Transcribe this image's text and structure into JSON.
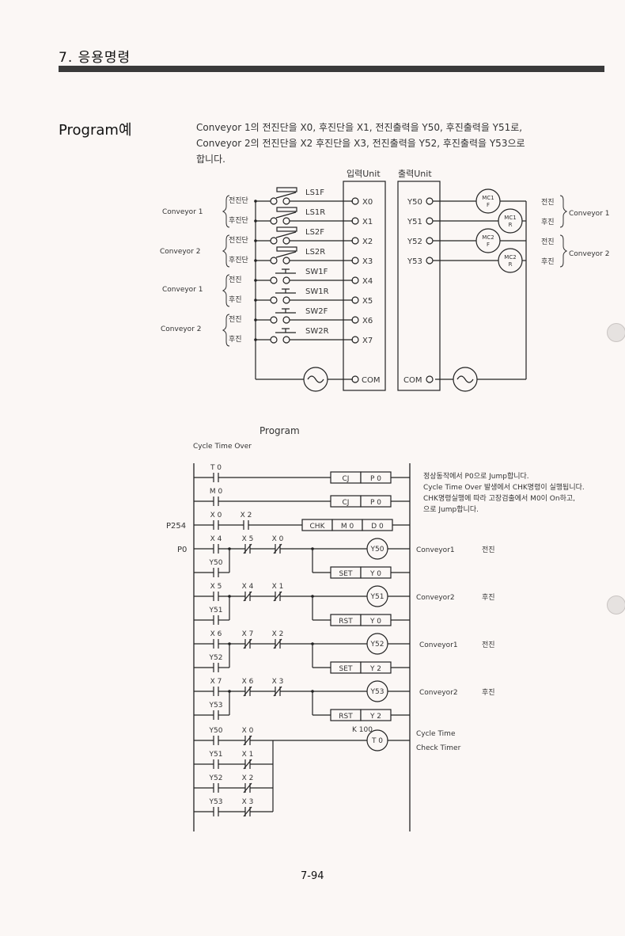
{
  "header": {
    "section_title": "7. 응용명령"
  },
  "intro": {
    "title": "Program예",
    "lines": [
      "Conveyor  1의  전진단을 X0, 후진단을 X1, 전진출력을 Y50, 후진출력을 Y51로,",
      "Conveyor  2의  전진단을 X2  후진단을 X3, 전진출력을  Y52,  후진출력을 Y53으로",
      "합니다."
    ]
  },
  "wiring": {
    "input_unit_label": "입력Unit",
    "output_unit_label": "출력Unit",
    "groups": [
      "Conveyor 1",
      "Conveyor 2",
      "Conveyor 1",
      "Conveyor 2"
    ],
    "input_rows": [
      {
        "label": "전진단",
        "device": "LS1F",
        "terminal": "X0"
      },
      {
        "label": "후진단",
        "device": "LS1R",
        "terminal": "X1"
      },
      {
        "label": "전진단",
        "device": "LS2F",
        "terminal": "X2"
      },
      {
        "label": "후진단",
        "device": "LS2R",
        "terminal": "X3"
      },
      {
        "label": "전진",
        "device": "SW1F",
        "terminal": "X4"
      },
      {
        "label": "후진",
        "device": "SW1R",
        "terminal": "X5"
      },
      {
        "label": "전진",
        "device": "SW2F",
        "terminal": "X6"
      },
      {
        "label": "후진",
        "device": "SW2R",
        "terminal": "X7"
      }
    ],
    "input_com": "COM",
    "output_rows": [
      {
        "terminal": "Y50",
        "coil_top": "MC1",
        "coil_bottom": "F",
        "label": "전진"
      },
      {
        "terminal": "Y51",
        "coil_top": "MC1",
        "coil_bottom": "R",
        "label": "후진"
      },
      {
        "terminal": "Y52",
        "coil_top": "MC2",
        "coil_bottom": "F",
        "label": "전진"
      },
      {
        "terminal": "Y53",
        "coil_top": "MC2",
        "coil_bottom": "R",
        "label": "후진"
      }
    ],
    "output_com": "COM",
    "output_groups": [
      "Conveyor 1",
      "Conveyor 2"
    ]
  },
  "ladder": {
    "title": "Program",
    "subtitle": "Cycle Time Over",
    "pointers": [
      "P254",
      "P0"
    ],
    "notes": [
      "정상동작에서 P0으로  Jump합니다.",
      "Cycle Time Over 발생에서 CHK명령이 실행됩니다.",
      "CHK명령실행에 따라 고장검출에서 M0이  On하고,",
      "으로 Jump합니다."
    ],
    "contacts": {
      "r1": "T 0",
      "r2": "M 0",
      "r3a": "X 0",
      "r3b": "X 2",
      "r4a": "X 4",
      "r4b": "X 5",
      "r4c": "X 0",
      "r4d": "Y50",
      "r5a": "X 5",
      "r5b": "X 4",
      "r5c": "X 1",
      "r5d": "Y51",
      "r6a": "X 6",
      "r6b": "X 7",
      "r6c": "X 2",
      "r6d": "Y52",
      "r7a": "X 7",
      "r7b": "X 6",
      "r7c": "X 3",
      "r7d": "Y53",
      "r8a": "Y50",
      "r8b": "X 0",
      "r8c": "Y51",
      "r8d": "X 1",
      "r8e": "Y52",
      "r8f": "X 2",
      "r8g": "Y53",
      "r8h": "X 3"
    },
    "instructions": {
      "cj1": "CJ",
      "cj1o": "P 0",
      "cj2": "CJ",
      "cj2o": "P 0",
      "chk": "CHK",
      "chk1": "M 0",
      "chk2": "D 0",
      "set1": "SET",
      "set1o": "Y 0",
      "rst1": "RST",
      "rst1o": "Y 0",
      "set2": "SET",
      "set2o": "Y 2",
      "rst2": "RST",
      "rst2o": "Y 2"
    },
    "coils": [
      "Y50",
      "Y51",
      "Y52",
      "Y53",
      "T 0"
    ],
    "timer_constant": "K 100",
    "coil_notes": [
      {
        "name": "Conveyor1",
        "action": "전진"
      },
      {
        "name": "Conveyor2",
        "action": "후진"
      },
      {
        "name": "Conveyor1",
        "action": "전진"
      },
      {
        "name": "Conveyor2",
        "action": "후진"
      }
    ],
    "timer_note": [
      "Cycle Time",
      "Check Timer"
    ]
  },
  "page_number": "7-94"
}
